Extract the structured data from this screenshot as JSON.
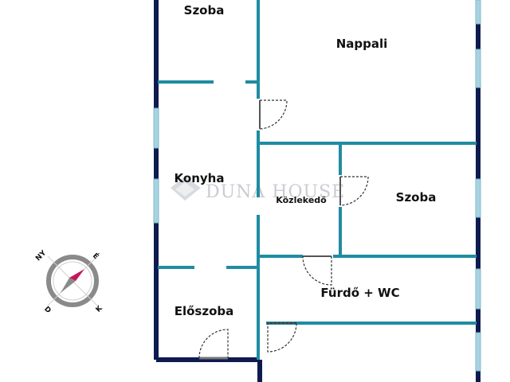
{
  "rooms": {
    "szoba_top": "Szoba",
    "nappali": "Nappali",
    "konyha": "Konyha",
    "kozlekedo": "Közlekedő",
    "szoba_right": "Szoba",
    "furdo": "Fürdő + WC",
    "eloszoba": "Előszoba"
  },
  "watermark": "DUNA HOUSE",
  "compass": {
    "ny": "NY",
    "e": "É",
    "d": "D",
    "k": "K"
  },
  "colors": {
    "outer_wall": "#0d1b4f",
    "inner_wall": "#1f8ca3",
    "window": "#a9d3e0",
    "door_arc": "#333333",
    "compass_needle": "#c2185b",
    "watermark": "#c9ccd2"
  }
}
